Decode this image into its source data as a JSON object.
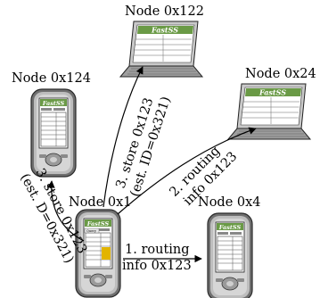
{
  "nodes": {
    "n0x122": {
      "label": "Node 0x122",
      "device": "laptop",
      "app_logo": "FastSS"
    },
    "n0x124": {
      "label": "Node 0x124",
      "device": "phone",
      "app_logo": "FastSS"
    },
    "n0x24": {
      "label": "Node 0x24",
      "device": "laptop",
      "app_logo": "FastSS"
    },
    "n0x1": {
      "label": "Node 0x1",
      "device": "phone",
      "app_logo": "FastSS",
      "screen_button": "Query"
    },
    "n0x4": {
      "label": "Node 0x4",
      "device": "phone",
      "app_logo": "FastSS"
    }
  },
  "edges": [
    {
      "from": "Node 0x1",
      "to": "Node 0x4",
      "line1": "1. routing",
      "line2": "info 0x123"
    },
    {
      "from": "Node 0x1",
      "to": "Node 0x24",
      "line1": "2. routing",
      "line2": "info 0x123"
    },
    {
      "from": "Node 0x1",
      "to": "Node 0x122",
      "line1": "3. store 0x123",
      "line2": "(est. ID=0x321)"
    },
    {
      "from": "Node 0x1",
      "to": "Node 0x124",
      "line1": "3. store 0x123",
      "line2": "(est. D=0x321)"
    }
  ]
}
